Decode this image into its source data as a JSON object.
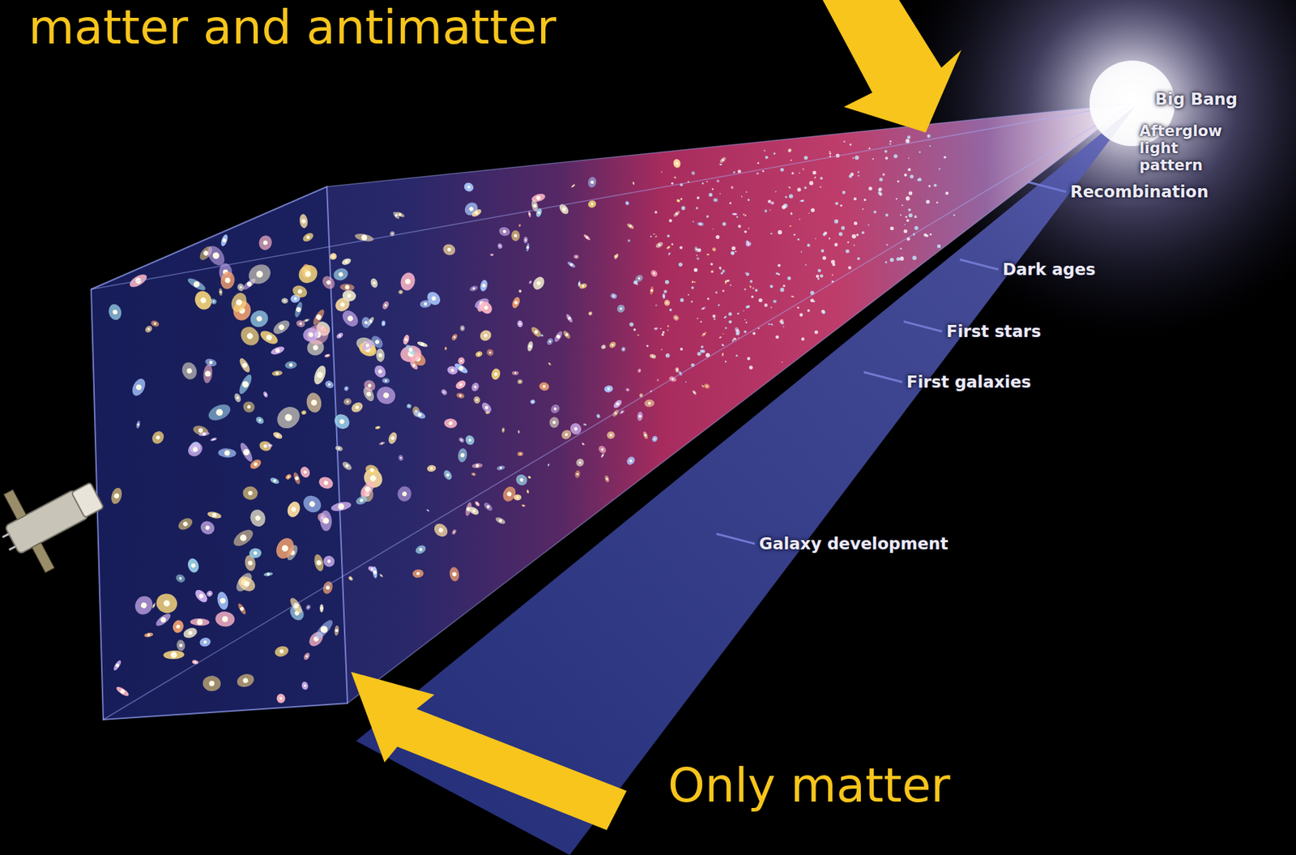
{
  "diagram": {
    "labels": [
      "matter and antimatter",
      "Big Bang",
      "Afterglow light pattern",
      "Recombination",
      "Dark ages",
      "First stars",
      "First galaxies",
      "Galaxy development",
      "Only matter"
    ]
  }
}
